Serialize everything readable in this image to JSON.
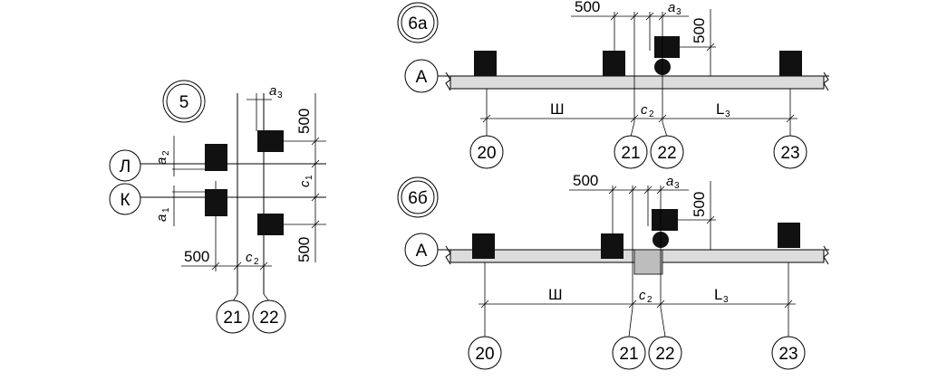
{
  "detail_5": {
    "label": "5",
    "axis_top": "Л",
    "axis_bottom": "К",
    "dim_a2": "а",
    "dim_a2_sub": "2",
    "dim_a1": "а",
    "dim_a1_sub": "1",
    "dim_a3": "а",
    "dim_a3_sub": "3",
    "dim_500_top": "500",
    "dim_c1": "с",
    "dim_c1_sub": "1",
    "dim_500_right": "500",
    "dim_500_bottom": "500",
    "dim_c2": "с",
    "dim_c2_sub": "2",
    "axis_21": "21",
    "axis_22": "22"
  },
  "detail_6a": {
    "label": "6а",
    "axis_row": "А",
    "dim_500": "500",
    "dim_a3": "а",
    "dim_a3_sub": "3",
    "dim_500_v": "500",
    "dim_sh": "Ш",
    "dim_c2": "с",
    "dim_c2_sub": "2",
    "dim_l3": "L",
    "dim_l3_sub": "3",
    "axis_20": "20",
    "axis_21": "21",
    "axis_22": "22",
    "axis_23": "23"
  },
  "detail_6b": {
    "label": "6б",
    "axis_row": "А",
    "dim_500": "500",
    "dim_a3": "а",
    "dim_a3_sub": "3",
    "dim_500_v": "500",
    "dim_sh": "Ш",
    "dim_c2": "с",
    "dim_c2_sub": "2",
    "dim_l3": "L",
    "dim_l3_sub": "3",
    "axis_20": "20",
    "axis_21": "21",
    "axis_22": "22",
    "axis_23": "23"
  }
}
